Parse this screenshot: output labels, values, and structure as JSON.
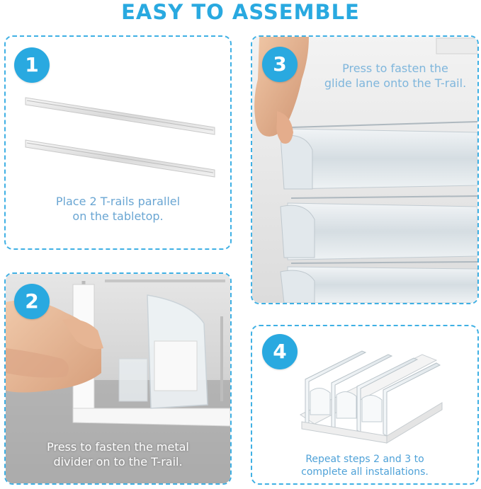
{
  "title": "EASY TO ASSEMBLE",
  "steps": [
    {
      "number": "1",
      "caption_line1": "Place 2 T-rails parallel",
      "caption_line2": "on the  tabletop."
    },
    {
      "number": "2",
      "caption_line1": "Press to fasten the metal",
      "caption_line2": "divider  on to the T-rail."
    },
    {
      "number": "3",
      "caption_line1": "Press to fasten the",
      "caption_line2": "glide lane onto the T-rail."
    },
    {
      "number": "4",
      "caption_line1": "Repeat steps 2 and 3 to",
      "caption_line2": "complete all installations."
    }
  ],
  "colors": {
    "accent": "#29a9e0",
    "border": "#3fb0e4",
    "caption": "#5aa7d6"
  }
}
